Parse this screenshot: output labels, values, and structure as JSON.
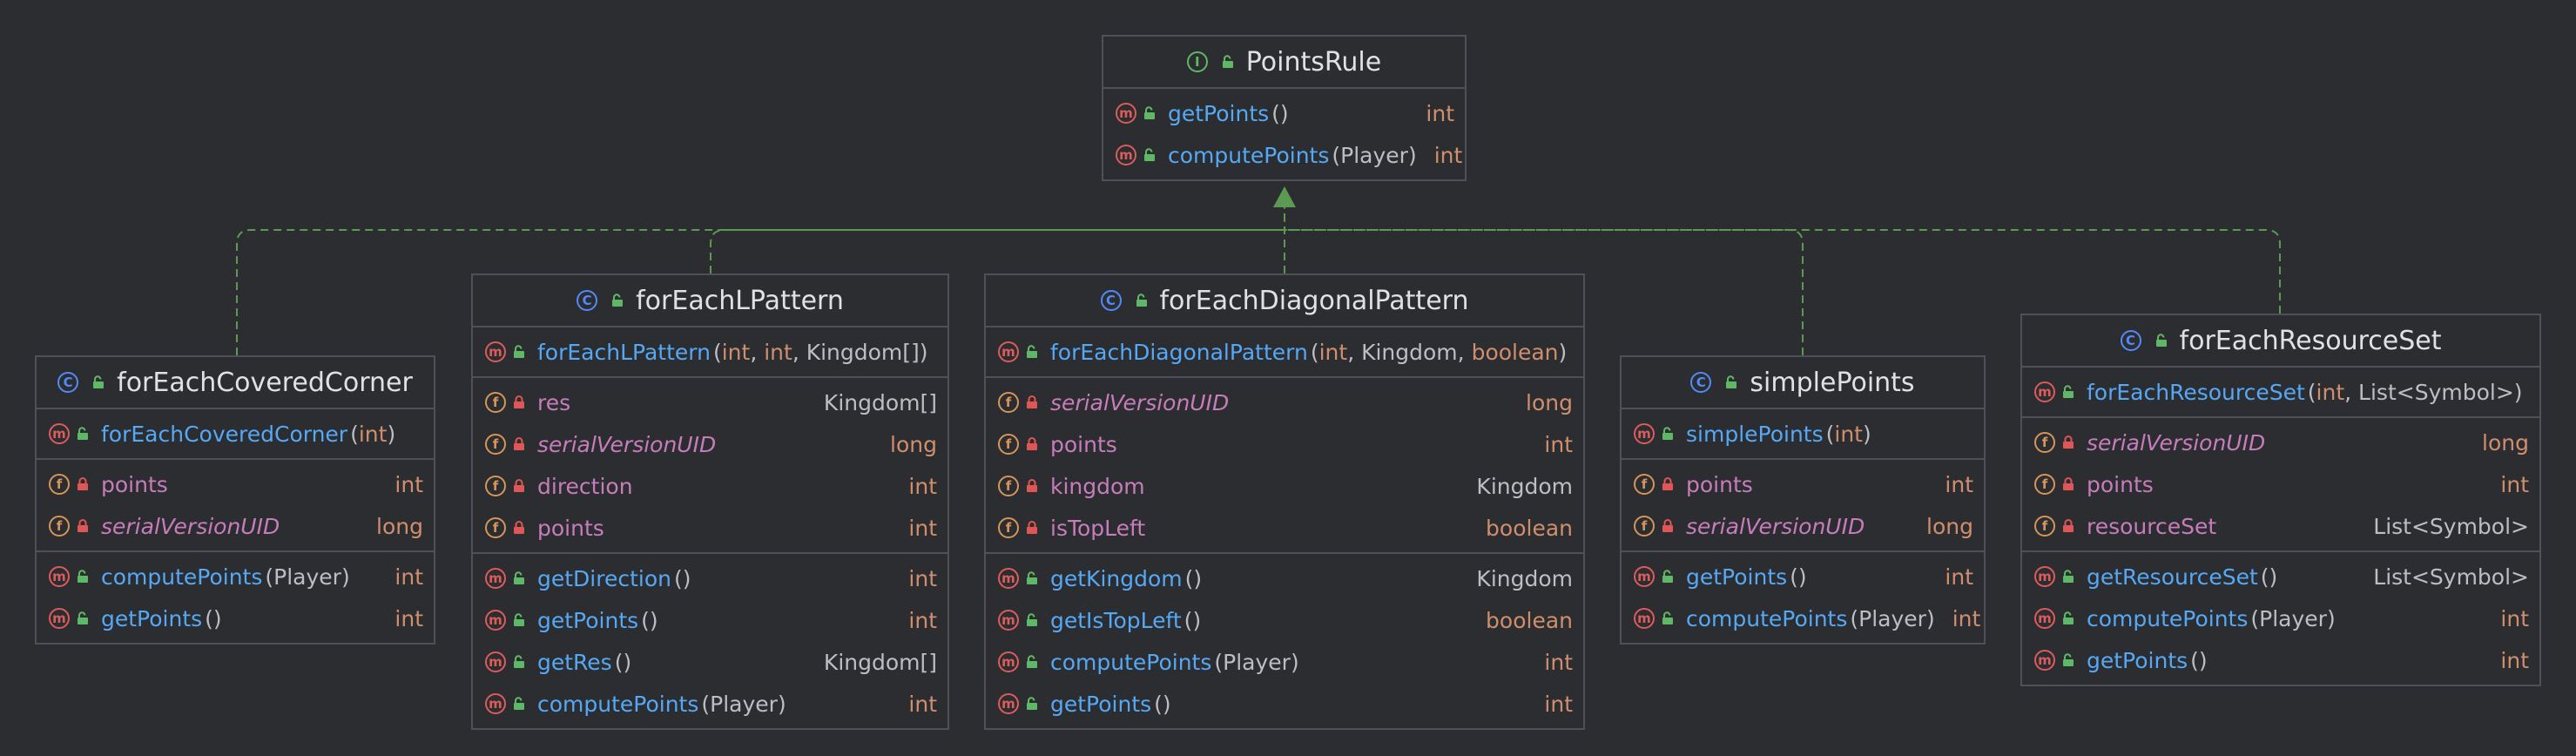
{
  "colors": {
    "background": "#2b2d30",
    "border": "#4e5157",
    "method_icon": "#db5c5c",
    "field_icon": "#d6955a",
    "class_icon": "#548af7",
    "interface_icon": "#5fb865",
    "method_name": "#56a8f5",
    "field_name": "#c77dbb",
    "keyword_type": "#cf8e6d",
    "edge": "#5c9a52"
  },
  "boxes": [
    {
      "id": "PointsRule",
      "kind": "interface",
      "badge": "I",
      "title": "PointsRule",
      "sections": [
        [
          {
            "kind": "method",
            "badge": "m",
            "vis": "public",
            "name": "getPoints",
            "params": [],
            "type": "int",
            "type_kw": true
          },
          {
            "kind": "method",
            "badge": "m",
            "vis": "public",
            "name": "computePoints",
            "params": [
              {
                "t": "Player",
                "kw": false
              }
            ],
            "type": "int",
            "type_kw": true
          }
        ]
      ]
    },
    {
      "id": "forEachCoveredCorner",
      "kind": "class",
      "badge": "C",
      "title": "forEachCoveredCorner",
      "sections": [
        [
          {
            "kind": "method",
            "badge": "m",
            "vis": "public",
            "name": "forEachCoveredCorner",
            "params": [
              {
                "t": "int",
                "kw": true
              }
            ],
            "type": "",
            "type_kw": false
          }
        ],
        [
          {
            "kind": "field",
            "badge": "f",
            "vis": "private",
            "name": "points",
            "italic": false,
            "type": "int",
            "type_kw": true
          },
          {
            "kind": "field",
            "badge": "f",
            "vis": "private",
            "name": "serialVersionUID",
            "italic": true,
            "type": "long",
            "type_kw": true
          }
        ],
        [
          {
            "kind": "method",
            "badge": "m",
            "vis": "public",
            "name": "computePoints",
            "params": [
              {
                "t": "Player",
                "kw": false
              }
            ],
            "type": "int",
            "type_kw": true
          },
          {
            "kind": "method",
            "badge": "m",
            "vis": "public",
            "name": "getPoints",
            "params": [],
            "type": "int",
            "type_kw": true
          }
        ]
      ]
    },
    {
      "id": "forEachLPattern",
      "kind": "class",
      "badge": "C",
      "title": "forEachLPattern",
      "sections": [
        [
          {
            "kind": "method",
            "badge": "m",
            "vis": "public",
            "name": "forEachLPattern",
            "params": [
              {
                "t": "int",
                "kw": true
              },
              {
                "t": "int",
                "kw": true
              },
              {
                "t": "Kingdom[]",
                "kw": false
              }
            ],
            "type": "",
            "type_kw": false
          }
        ],
        [
          {
            "kind": "field",
            "badge": "f",
            "vis": "private",
            "name": "res",
            "italic": false,
            "type": "Kingdom[]",
            "type_kw": false
          },
          {
            "kind": "field",
            "badge": "f",
            "vis": "private",
            "name": "serialVersionUID",
            "italic": true,
            "type": "long",
            "type_kw": true
          },
          {
            "kind": "field",
            "badge": "f",
            "vis": "private",
            "name": "direction",
            "italic": false,
            "type": "int",
            "type_kw": true
          },
          {
            "kind": "field",
            "badge": "f",
            "vis": "private",
            "name": "points",
            "italic": false,
            "type": "int",
            "type_kw": true
          }
        ],
        [
          {
            "kind": "method",
            "badge": "m",
            "vis": "public",
            "name": "getDirection",
            "params": [],
            "type": "int",
            "type_kw": true
          },
          {
            "kind": "method",
            "badge": "m",
            "vis": "public",
            "name": "getPoints",
            "params": [],
            "type": "int",
            "type_kw": true
          },
          {
            "kind": "method",
            "badge": "m",
            "vis": "public",
            "name": "getRes",
            "params": [],
            "type": "Kingdom[]",
            "type_kw": false
          },
          {
            "kind": "method",
            "badge": "m",
            "vis": "public",
            "name": "computePoints",
            "params": [
              {
                "t": "Player",
                "kw": false
              }
            ],
            "type": "int",
            "type_kw": true
          }
        ]
      ]
    },
    {
      "id": "forEachDiagonalPattern",
      "kind": "class",
      "badge": "C",
      "title": "forEachDiagonalPattern",
      "sections": [
        [
          {
            "kind": "method",
            "badge": "m",
            "vis": "public",
            "name": "forEachDiagonalPattern",
            "params": [
              {
                "t": "int",
                "kw": true
              },
              {
                "t": "Kingdom",
                "kw": false
              },
              {
                "t": "boolean",
                "kw": true
              }
            ],
            "type": "",
            "type_kw": false
          }
        ],
        [
          {
            "kind": "field",
            "badge": "f",
            "vis": "private",
            "name": "serialVersionUID",
            "italic": true,
            "type": "long",
            "type_kw": true
          },
          {
            "kind": "field",
            "badge": "f",
            "vis": "private",
            "name": "points",
            "italic": false,
            "type": "int",
            "type_kw": true
          },
          {
            "kind": "field",
            "badge": "f",
            "vis": "private",
            "name": "kingdom",
            "italic": false,
            "type": "Kingdom",
            "type_kw": false
          },
          {
            "kind": "field",
            "badge": "f",
            "vis": "private",
            "name": "isTopLeft",
            "italic": false,
            "type": "boolean",
            "type_kw": true
          }
        ],
        [
          {
            "kind": "method",
            "badge": "m",
            "vis": "public",
            "name": "getKingdom",
            "params": [],
            "type": "Kingdom",
            "type_kw": false
          },
          {
            "kind": "method",
            "badge": "m",
            "vis": "public",
            "name": "getIsTopLeft",
            "params": [],
            "type": "boolean",
            "type_kw": true
          },
          {
            "kind": "method",
            "badge": "m",
            "vis": "public",
            "name": "computePoints",
            "params": [
              {
                "t": "Player",
                "kw": false
              }
            ],
            "type": "int",
            "type_kw": true
          },
          {
            "kind": "method",
            "badge": "m",
            "vis": "public",
            "name": "getPoints",
            "params": [],
            "type": "int",
            "type_kw": true
          }
        ]
      ]
    },
    {
      "id": "simplePoints",
      "kind": "class",
      "badge": "C",
      "title": "simplePoints",
      "sections": [
        [
          {
            "kind": "method",
            "badge": "m",
            "vis": "public",
            "name": "simplePoints",
            "params": [
              {
                "t": "int",
                "kw": true
              }
            ],
            "type": "",
            "type_kw": false
          }
        ],
        [
          {
            "kind": "field",
            "badge": "f",
            "vis": "private",
            "name": "points",
            "italic": false,
            "type": "int",
            "type_kw": true
          },
          {
            "kind": "field",
            "badge": "f",
            "vis": "private",
            "name": "serialVersionUID",
            "italic": true,
            "type": "long",
            "type_kw": true
          }
        ],
        [
          {
            "kind": "method",
            "badge": "m",
            "vis": "public",
            "name": "getPoints",
            "params": [],
            "type": "int",
            "type_kw": true
          },
          {
            "kind": "method",
            "badge": "m",
            "vis": "public",
            "name": "computePoints",
            "params": [
              {
                "t": "Player",
                "kw": false
              }
            ],
            "type": "int",
            "type_kw": true
          }
        ]
      ]
    },
    {
      "id": "forEachResourceSet",
      "kind": "class",
      "badge": "C",
      "title": "forEachResourceSet",
      "sections": [
        [
          {
            "kind": "method",
            "badge": "m",
            "vis": "public",
            "name": "forEachResourceSet",
            "params": [
              {
                "t": "int",
                "kw": true
              },
              {
                "t": "List<Symbol>",
                "kw": false
              }
            ],
            "type": "",
            "type_kw": false
          }
        ],
        [
          {
            "kind": "field",
            "badge": "f",
            "vis": "private",
            "name": "serialVersionUID",
            "italic": true,
            "type": "long",
            "type_kw": true
          },
          {
            "kind": "field",
            "badge": "f",
            "vis": "private",
            "name": "points",
            "italic": false,
            "type": "int",
            "type_kw": true
          },
          {
            "kind": "field",
            "badge": "f",
            "vis": "private",
            "name": "resourceSet",
            "italic": false,
            "type": "List<Symbol>",
            "type_kw": false
          }
        ],
        [
          {
            "kind": "method",
            "badge": "m",
            "vis": "public",
            "name": "getResourceSet",
            "params": [],
            "type": "List<Symbol>",
            "type_kw": false
          },
          {
            "kind": "method",
            "badge": "m",
            "vis": "public",
            "name": "computePoints",
            "params": [
              {
                "t": "Player",
                "kw": false
              }
            ],
            "type": "int",
            "type_kw": true
          },
          {
            "kind": "method",
            "badge": "m",
            "vis": "public",
            "name": "getPoints",
            "params": [],
            "type": "int",
            "type_kw": true
          }
        ]
      ]
    }
  ]
}
